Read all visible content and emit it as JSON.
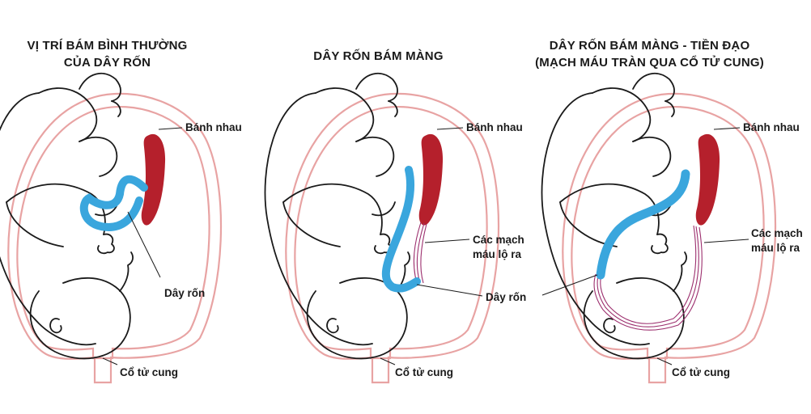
{
  "panels": [
    {
      "title_lines": [
        "VỊ TRÍ BÁM BÌNH THƯỜNG",
        "CỦA DÂY RỐN"
      ],
      "labels": {
        "placenta": "Bánh nhau",
        "cord": "Dây rốn",
        "cervix": "Cổ tử cung"
      }
    },
    {
      "title_lines": [
        "DÂY RỐN BÁM MÀNG"
      ],
      "labels": {
        "placenta": "Bánh nhau",
        "vessels_1": "Các mạch",
        "vessels_2": "máu lộ ra",
        "cord": "Dây rốn",
        "cervix": "Cổ tử cung"
      }
    },
    {
      "title_lines": [
        "DÂY RỐN BÁM MÀNG - TIỀN ĐẠO",
        "(MẠCH MÁU TRÀN QUA CỔ TỬ CUNG)"
      ],
      "labels": {
        "placenta": "Bánh nhau",
        "vessels_1": "Các mạch",
        "vessels_2": "máu lộ ra",
        "cervix": "Cổ tử cung"
      }
    }
  ],
  "colors": {
    "uterus": "#e8a3a3",
    "placenta": "#b5202c",
    "cord": "#3aa6dd",
    "vessels": "#9c2f6e",
    "outline": "#1a1a1a"
  }
}
